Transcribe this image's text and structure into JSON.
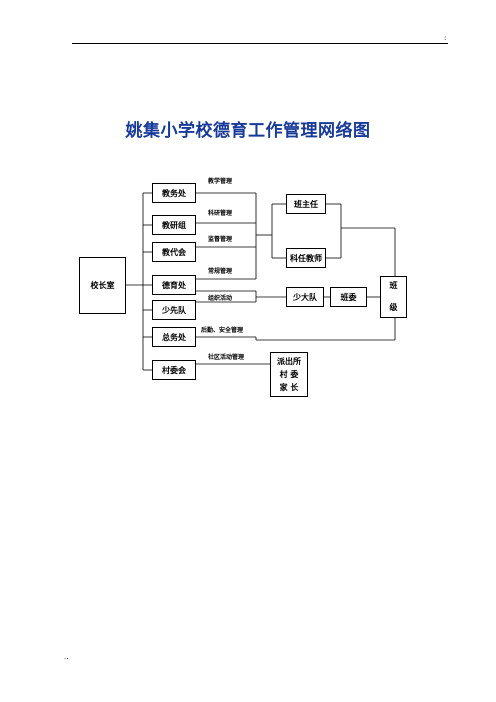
{
  "header": {
    "mark": ":"
  },
  "footer": {
    "mark": ".."
  },
  "title": "姚集小学校德育工作管理网络图",
  "nodes": {
    "principal": "校长室",
    "academic": "教务处",
    "research": "教研组",
    "staff_congress": "教代会",
    "moral": "德育处",
    "pioneers": "少先队",
    "general": "总务处",
    "village": "村委会",
    "head_teacher": "班主任",
    "subject_teacher": "科任教师",
    "brigade": "少大队",
    "class_committee": "班委",
    "class": [
      "班",
      "级"
    ],
    "community": [
      "派出所",
      "村 委",
      "家 长"
    ]
  },
  "edge_labels": {
    "teaching": "教学管理",
    "research": "科研管理",
    "supervision": "监督管理",
    "routine": "常规管理",
    "activities": "组织活动",
    "logistics": "后勤、安全管理",
    "community": "社区活动管理"
  }
}
